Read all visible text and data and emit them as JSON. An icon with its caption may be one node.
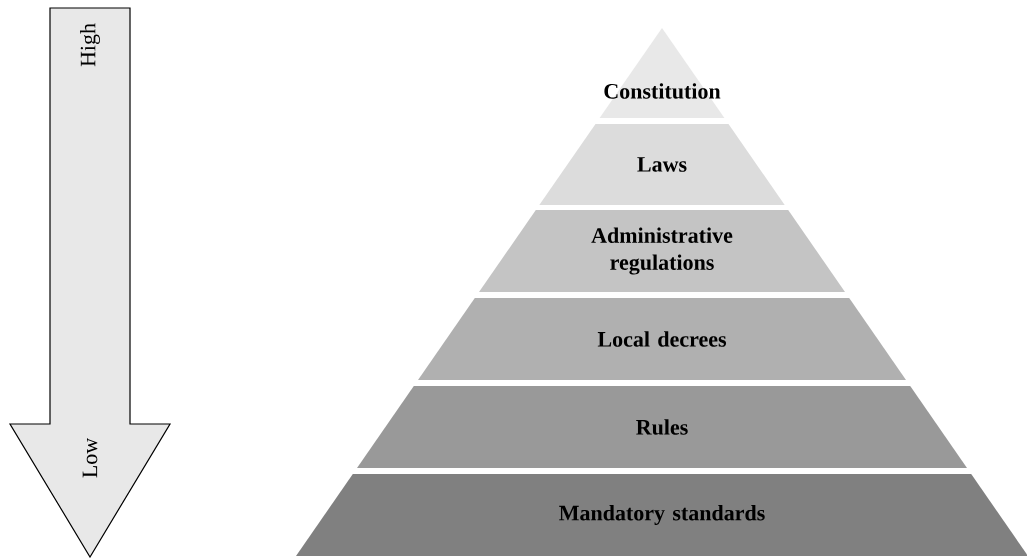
{
  "diagram": {
    "nodes": [
      {
        "text": [
          "High",
          "Low"
        ]
      },
      {
        "text": [
          "Constitution"
        ]
      },
      {
        "text": [
          "Laws"
        ]
      },
      {
        "text": [
          "Administrative regulations"
        ]
      },
      {
        "text": [
          "Local decrees"
        ]
      },
      {
        "text": [
          "Rules"
        ]
      },
      {
        "text": [
          "Mandatory standards"
        ]
      }
    ]
  }
}
